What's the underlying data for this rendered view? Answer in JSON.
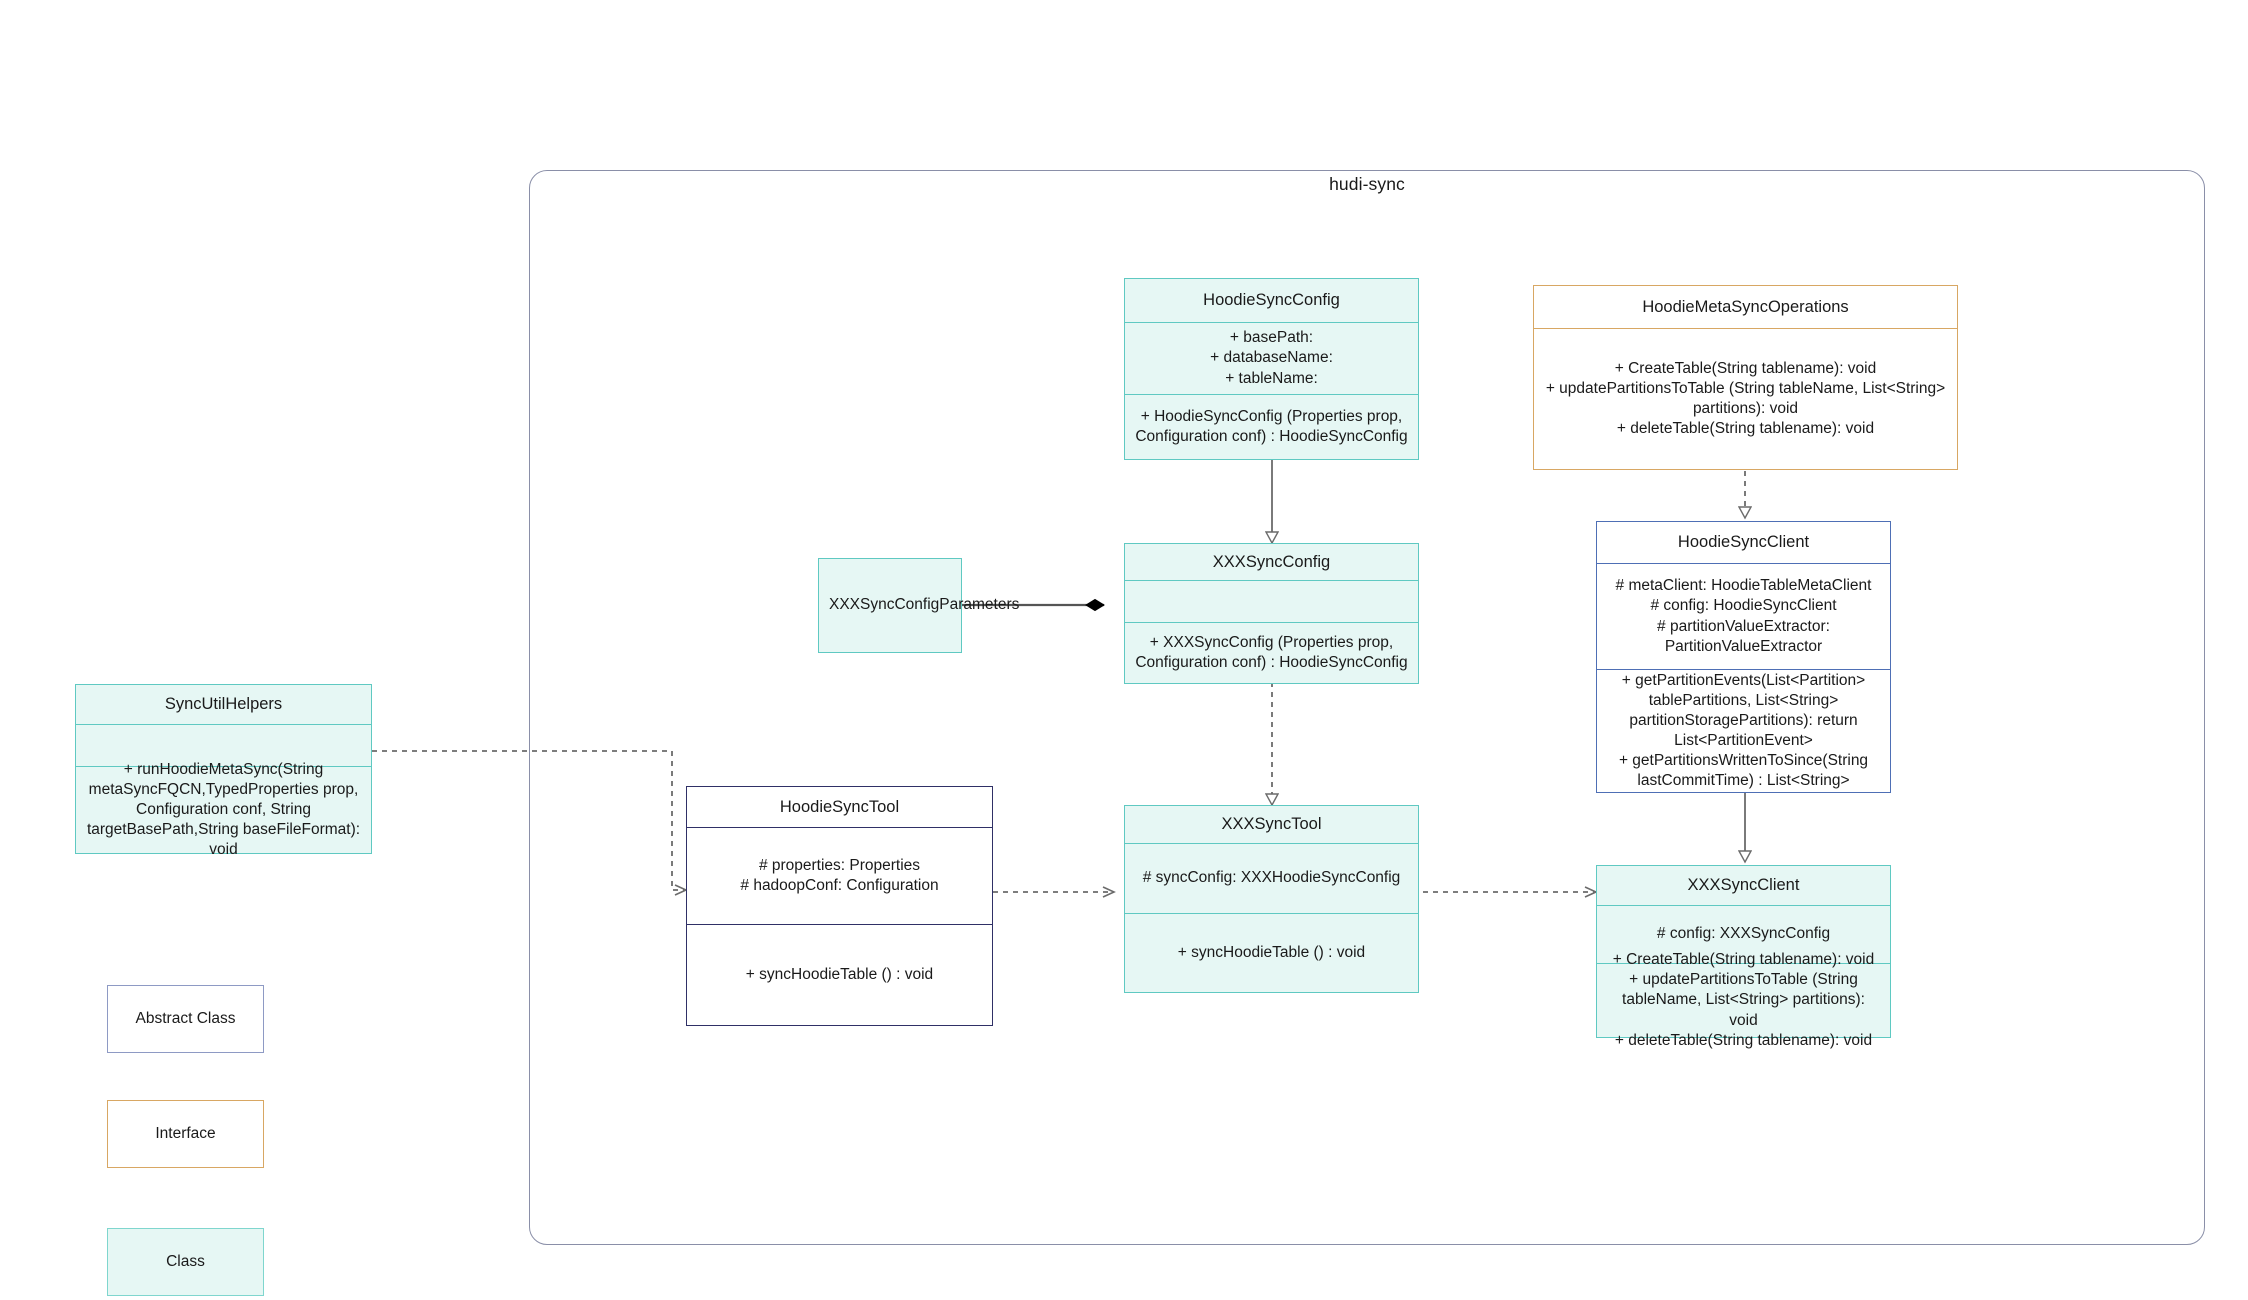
{
  "package": {
    "title": "hudi-sync"
  },
  "classes": {
    "hoodie_sync_config": {
      "title": "HoodieSyncConfig",
      "attributes": [
        "+   basePath:",
        "+   databaseName:",
        "+   tableName:"
      ],
      "methods": [
        "+   HoodieSyncConfig (Properties prop, Configuration conf) : HoodieSyncConfig"
      ]
    },
    "hoodie_meta_sync_operations": {
      "title": "HoodieMetaSyncOperations",
      "methods": [
        "+   CreateTable(String tablename): void",
        "+   updatePartitionsToTable (String tableName, List<String> partitions): void",
        "+   deleteTable(String tablename): void"
      ]
    },
    "xxx_sync_config_parameters": {
      "title": "XXXSyncConfigParameters"
    },
    "xxx_sync_config": {
      "title": "XXXSyncConfig",
      "attributes": [],
      "methods": [
        "+   XXXSyncConfig (Properties prop, Configuration conf) : HoodieSyncConfig"
      ]
    },
    "hoodie_sync_client": {
      "title": "HoodieSyncClient",
      "attributes": [
        "#   metaClient: HoodieTableMetaClient",
        "#   config: HoodieSyncClient",
        "#   partitionValueExtractor: PartitionValueExtractor"
      ],
      "methods": [
        "+   getPartitionEvents(List<Partition> tablePartitions, List<String> partitionStoragePartitions): return List<PartitionEvent>",
        "+   getPartitionsWrittenToSince(String lastCommitTime) : List<String>"
      ]
    },
    "xxx_sync_client": {
      "title": "XXXSyncClient",
      "attributes": [
        "#   config: XXXSyncConfig"
      ],
      "methods": [
        "+   CreateTable(String tablename): void",
        "+   updatePartitionsToTable (String tableName, List<String> partitions): void",
        "+   deleteTable(String tablename): void"
      ]
    },
    "hoodie_sync_tool": {
      "title": "HoodieSyncTool",
      "attributes": [
        "#   properties: Properties",
        "#   hadoopConf: Configuration"
      ],
      "methods": [
        "+   syncHoodieTable () : void"
      ]
    },
    "xxx_sync_tool": {
      "title": "XXXSyncTool",
      "attributes": [
        "#   syncConfig: XXXHoodieSyncConfig"
      ],
      "methods": [
        "+   syncHoodieTable () : void"
      ]
    },
    "sync_util_helpers": {
      "title": "SyncUtilHelpers",
      "attributes": [],
      "methods": [
        "+   runHoodieMetaSync(String metaSyncFQCN,TypedProperties prop, Configuration conf, String targetBasePath,String baseFileFormat): void"
      ]
    }
  },
  "legend": {
    "abstract_label": "Abstract Class",
    "interface_label": "Interface",
    "class_label": "Class"
  },
  "colors": {
    "class_fill": "#e6f7f4",
    "class_border": "#5fc9c2",
    "interface_border": "#d8a763",
    "abstract_border": "#2f3066",
    "client_border": "#4e6fb5",
    "legend_abstract_border": "#8e9ac4",
    "package_border": "#8a8fa8",
    "connector": "#6b6b6b",
    "solid_connector": "#555555"
  },
  "relations": [
    {
      "name": "hoodiesyncconfig-to-xxxsyncconfig",
      "type": "generalization"
    },
    {
      "name": "hoodiemetasyncoperations-to-hoodiesyncclient",
      "type": "realization"
    },
    {
      "name": "hoodiesyncclient-to-xxxsyncclient",
      "type": "generalization"
    },
    {
      "name": "xxxsyncconfig-to-xxxsynctool",
      "type": "dependency"
    },
    {
      "name": "xxxsyncconfigparameters-to-xxxsyncconfig",
      "type": "composition"
    },
    {
      "name": "hoodiesynctool-to-xxxsynctool",
      "type": "dependency"
    },
    {
      "name": "xxxsynctool-to-xxxsyncclient",
      "type": "dependency"
    },
    {
      "name": "syncutilhelpers-to-hoodiesynctool",
      "type": "dependency"
    }
  ]
}
